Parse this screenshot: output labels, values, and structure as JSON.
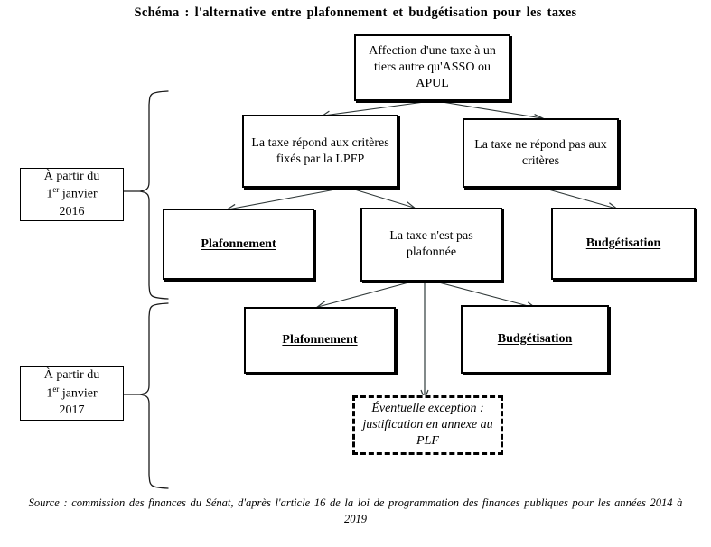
{
  "title": "Schéma : l'alternative entre plafonnement et budgétisation pour les taxes",
  "source": "Source : commission des finances du Sénat, d'après l'article 16 de la loi de programmation des finances publiques pour les années 2014 à 2019",
  "period_labels": [
    {
      "id": "period-2016",
      "line1": "À partir du",
      "line2_prefix": "1",
      "line2_sup": "er",
      "line2_suffix": "janvier",
      "line3": "2016"
    },
    {
      "id": "period-2017",
      "line1": "À partir du",
      "line2_prefix": "1",
      "line2_sup": "er",
      "line2_suffix": "janvier",
      "line3": "2017"
    }
  ],
  "nodes": {
    "root": "Affection d'une taxe à un tiers autre qu'ASSO ou APUL",
    "meets_criteria": "La taxe répond aux critères fixés par la LPFP",
    "fails_criteria": "La taxe ne répond pas aux critères",
    "capping_2016": "Plafonnement",
    "not_capped": "La taxe n'est pas plafonnée",
    "budgeting_2016": "Budgétisation",
    "capping_2017": "Plafonnement",
    "budgeting_2017": "Budgétisation",
    "exception": "Éventuelle exception : justification en annexe au PLF"
  },
  "colors": {
    "background": "#ffffff",
    "ink": "#000000",
    "connector": "#3f4a4a"
  }
}
